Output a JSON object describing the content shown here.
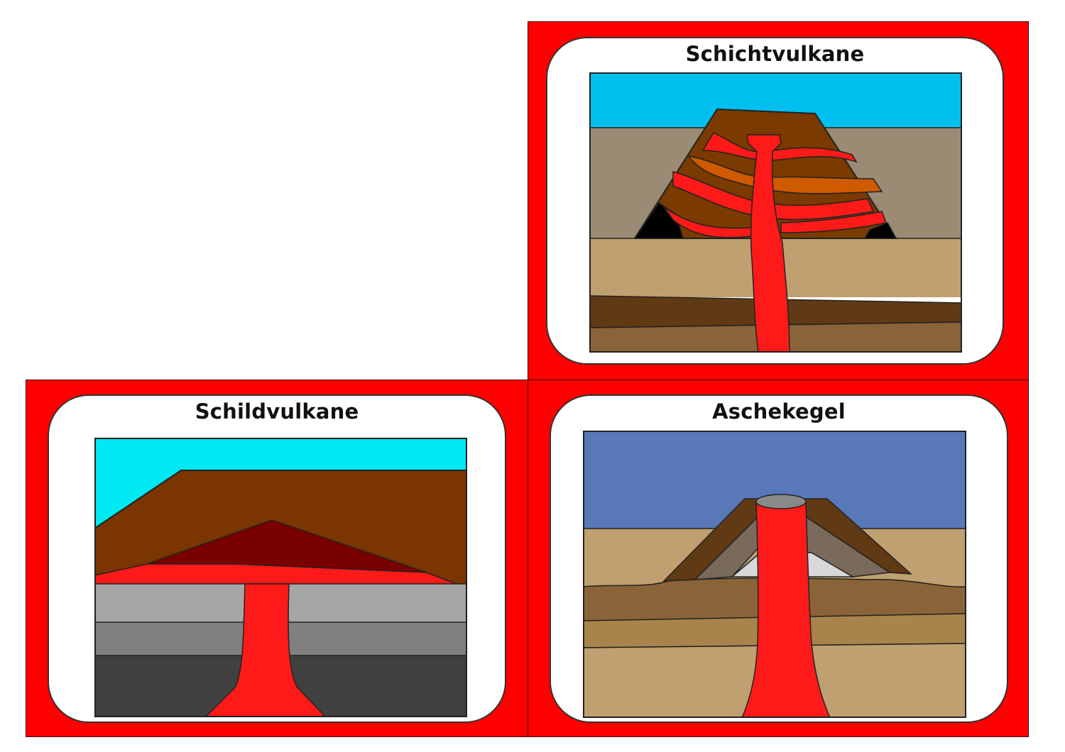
{
  "cards": {
    "schicht": {
      "title": "Schichtvulkane"
    },
    "schild": {
      "title": "Schildvulkane"
    },
    "asche": {
      "title": "Aschekegel"
    }
  },
  "colors": {
    "card_red": "#ff0000",
    "lava": "#ff1a1a",
    "sky_schicht": "#00bfef",
    "sky_schild": "#00e8f2",
    "sky_asche": "#5878b8",
    "sand": "#c0a070",
    "brown_dark": "#603a14",
    "brown_cone": "#7a3500",
    "ash_grey": "#9a8870"
  }
}
